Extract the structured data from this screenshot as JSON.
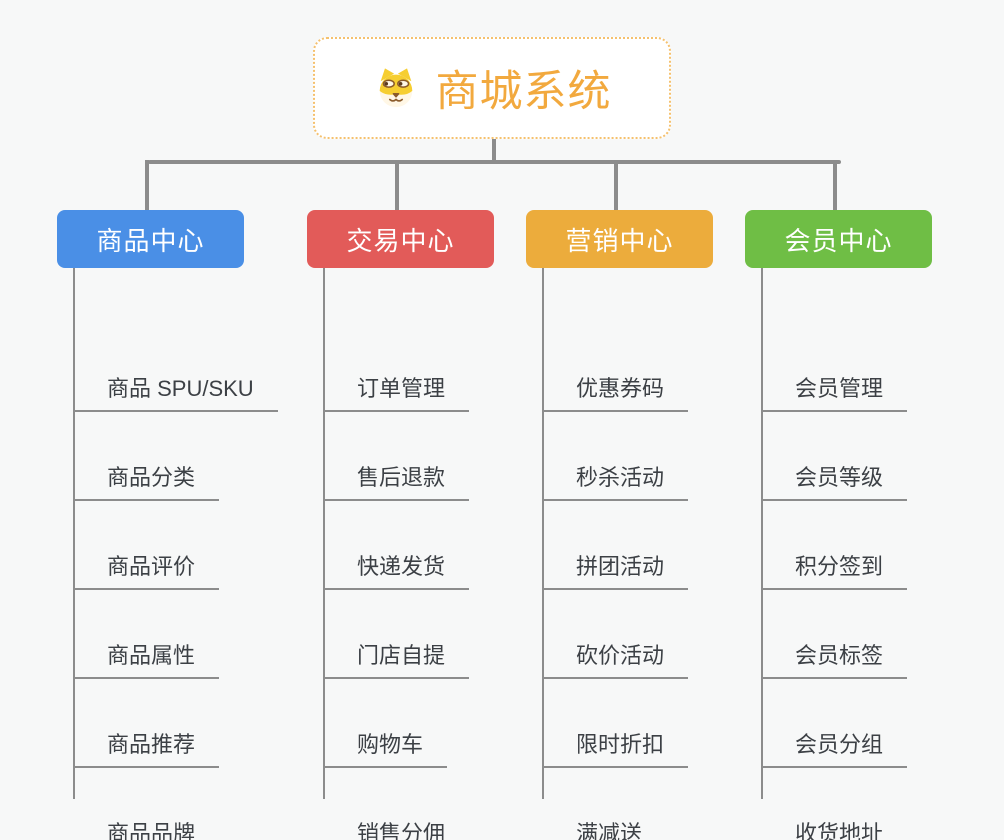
{
  "canvas": {
    "background": "#f7f8f8",
    "connector_color": "#8c8c8c",
    "leaf_text_color": "#3c4045"
  },
  "root": {
    "title": "商城系统",
    "icon": "dog-face-icon",
    "text_color": "#f2a93e",
    "border_color": "#f5c16e",
    "fill": "#ffffff"
  },
  "branches": [
    {
      "label": "商品中心",
      "color": "#4a8fe6",
      "children": [
        "商品 SPU/SKU",
        "商品分类",
        "商品评价",
        "商品属性",
        "商品推荐",
        "商品品牌"
      ]
    },
    {
      "label": "交易中心",
      "color": "#e25b59",
      "children": [
        "订单管理",
        "售后退款",
        "快递发货",
        "门店自提",
        "购物车",
        "销售分佣"
      ]
    },
    {
      "label": "营销中心",
      "color": "#ecac3c",
      "children": [
        "优惠券码",
        "秒杀活动",
        "拼团活动",
        "砍价活动",
        "限时折扣",
        "满减送"
      ]
    },
    {
      "label": "会员中心",
      "color": "#6fbe45",
      "children": [
        "会员管理",
        "会员等级",
        "积分签到",
        "会员标签",
        "会员分组",
        "收货地址"
      ]
    }
  ]
}
